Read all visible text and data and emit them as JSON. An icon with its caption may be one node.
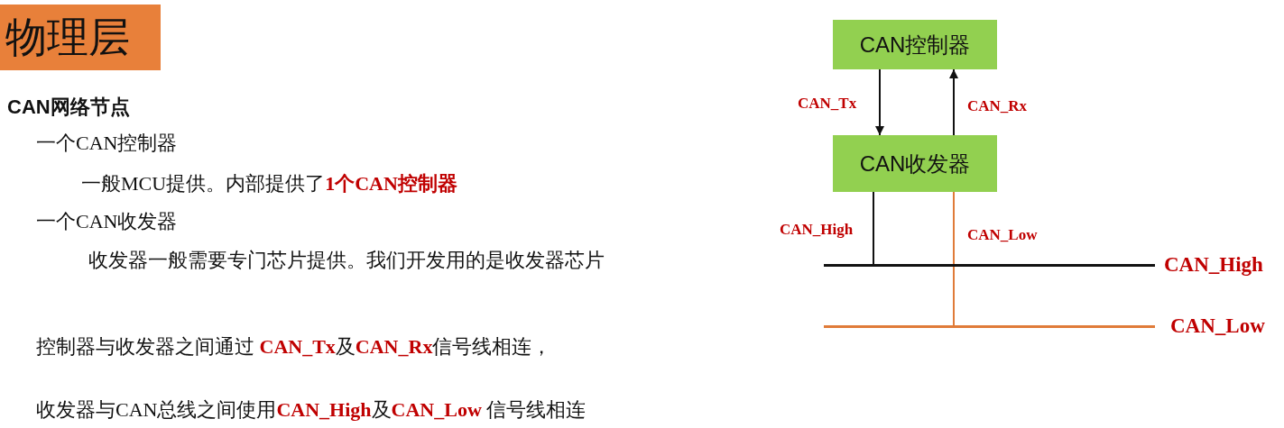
{
  "diagram": {
    "title": "物理层",
    "nodes": [
      {
        "text": [
          "CAN控制器"
        ]
      },
      {
        "text": [
          "CAN收发器"
        ]
      },
      {
        "text": [],
        "shape": "bar",
        "beside": [
          "CAN_High"
        ]
      },
      {
        "text": [],
        "shape": "bar",
        "beside": [
          "CAN_Low"
        ]
      }
    ],
    "edges": [
      {
        "from": 0,
        "to": 1,
        "arrow": "to",
        "label": "CAN_Tx"
      },
      {
        "from": 1,
        "to": 0,
        "arrow": "to",
        "label": "CAN_Rx"
      },
      {
        "from": 1,
        "to": 2,
        "arrow": "none",
        "label": "CAN_High"
      },
      {
        "from": 1,
        "to": 3,
        "arrow": "none",
        "label": "CAN_Low",
        "color": "#e07b39"
      }
    ],
    "labels": [
      "CAN网络节点",
      "一个CAN控制器",
      "一般MCU提供。内部提供了**1个CAN控制器**",
      "一个CAN收发器",
      "收发器一般需要专门芯片提供。我们开发用的是收发器芯片",
      "控制器与收发器之间通过 **CAN_Tx**及**CAN_Rx**信号线相连，",
      "收发器与CAN总线之间使用**CAN_High**及**CAN_Low** 信号线相连"
    ]
  }
}
